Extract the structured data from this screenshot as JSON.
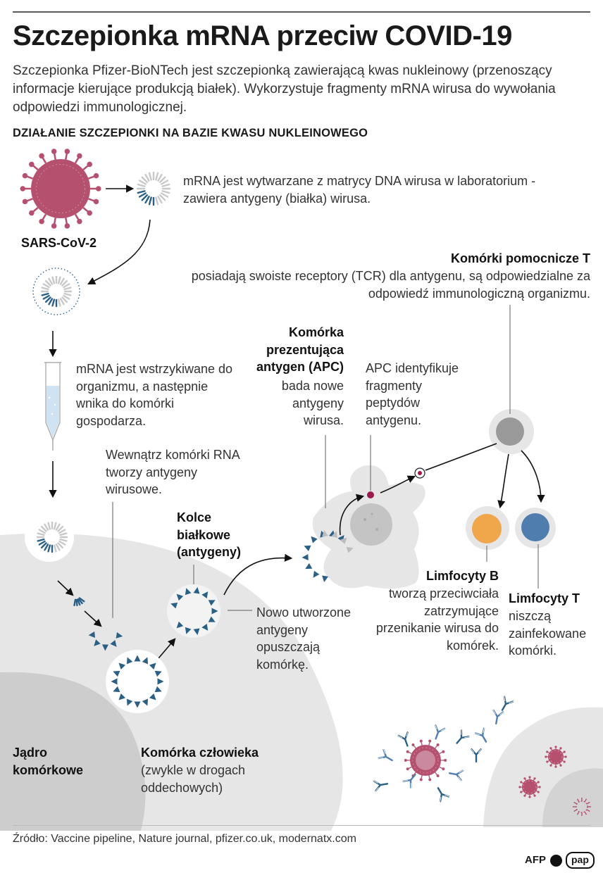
{
  "title": "Szczepionka mRNA przeciw COVID-19",
  "intro": "Szczepionka Pfizer-BioNTech jest szczepionką zawierającą kwas nukleinowy (przenoszący informacje kierujące produkcją białek). Wykorzystuje fragmenty mRNA wirusa do wywołania odpowiedzi immunologicznej.",
  "section_title": "DZIAŁANIE SZCZEPIONKI NA BAZIE KWASU NUKLEINOWEGO",
  "labels": {
    "virus": "SARS-CoV-2",
    "mrna_lab": "mRNA jest wytwarzane z matrycy DNA wirusa w laboratorium - zawiera antygeny (białka) wirusa.",
    "injection": "mRNA jest wstrzykiwane do organizmu, a następnie wnika do komórki gospodarza.",
    "inside_cell": "Wewnątrz komórki RNA tworzy antygeny wirusowe.",
    "spikes": "Kolce białkowe (antygeny)",
    "new_antigens": "Nowo utworzone antygeny opuszczają komórkę.",
    "apc_title": "Komórka prezentująca antygen (APC)",
    "apc_desc": "bada nowe antygeny wirusa.",
    "apc_identify": "APC identyfikuje fragmenty peptydów antygenu.",
    "helper_title": "Komórki pomocnicze T",
    "helper_desc": "posiadają swoiste receptory (TCR) dla antygenu, są odpowiedzialne za odpowiedź immunologiczną organizmu.",
    "b_title": "Limfocyty B",
    "b_desc": "tworzą przeciwciała zatrzymujące przenikanie wirusa do komórek.",
    "t_title": "Limfocyty T",
    "t_desc": "niszczą zainfekowane komórki.",
    "nucleus": "Jądro komórkowe",
    "human_cell_title": "Komórka człowieka",
    "human_cell_desc": "(zwykle w drogach oddechowych)"
  },
  "source": "Źródło: Vaccine pipeline, Nature journal, pfizer.co.uk, modernatx.com",
  "logos": {
    "afp": "AFP",
    "pap": "pap"
  },
  "colors": {
    "virus": "#b5506f",
    "mrna_dark": "#2a5f86",
    "mrna_light": "#c8c8c8",
    "cell_fill": "#e6e6e6",
    "nucleus_fill": "#cfcfcf",
    "b_cell": "#f0a64a",
    "t_cell": "#4f7eae",
    "helper_cell": "#9a9a9a"
  }
}
